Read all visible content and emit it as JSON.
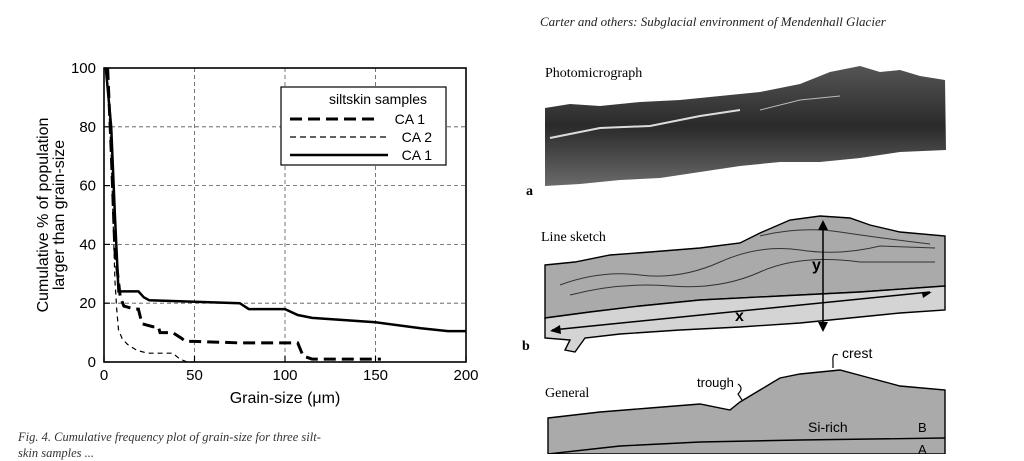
{
  "header": {
    "text": "Carter and others: Subglacial environment of Mendenhall Glacier"
  },
  "caption": {
    "line1": "Fig. 4. Cumulative frequency plot of grain-size for three silt-",
    "line2": "skin samples ... "
  },
  "chart_data": {
    "type": "line",
    "xlabel": "Grain-size (μm)",
    "ylabel_line1": "Cumulative % of population",
    "ylabel_line2": "larger than grain-size",
    "xlim": [
      0,
      200
    ],
    "ylim": [
      0,
      100
    ],
    "x_ticks": [
      0,
      50,
      100,
      150,
      200
    ],
    "y_ticks": [
      0,
      20,
      40,
      60,
      80,
      100
    ],
    "grid": true,
    "legend": {
      "title": "siltskin samples",
      "placement": "top-right"
    },
    "series": [
      {
        "name": "CA 1",
        "style": "dashed-thick",
        "points": [
          [
            2,
            100
          ],
          [
            4,
            72
          ],
          [
            6,
            38
          ],
          [
            9,
            22
          ],
          [
            11,
            19
          ],
          [
            17,
            18
          ],
          [
            19,
            18
          ],
          [
            21,
            13
          ],
          [
            27,
            12
          ],
          [
            30,
            12
          ],
          [
            31,
            10
          ],
          [
            38,
            10
          ],
          [
            43,
            8
          ],
          [
            45,
            7
          ],
          [
            50,
            7
          ],
          [
            75,
            6.5
          ],
          [
            95,
            6.5
          ],
          [
            107,
            6.5
          ],
          [
            110,
            2
          ],
          [
            115,
            1
          ],
          [
            121,
            1
          ],
          [
            124,
            1
          ],
          [
            135,
            1
          ],
          [
            150,
            1
          ],
          [
            153,
            1
          ]
        ]
      },
      {
        "name": "CA 2",
        "style": "dashed-thin",
        "points": [
          [
            2,
            95
          ],
          [
            4,
            70
          ],
          [
            6,
            28
          ],
          [
            7,
            18
          ],
          [
            8,
            11
          ],
          [
            10,
            8
          ],
          [
            13,
            6
          ],
          [
            18,
            4
          ],
          [
            24,
            3
          ],
          [
            30,
            3
          ],
          [
            34,
            3
          ],
          [
            38,
            3
          ],
          [
            42,
            1
          ],
          [
            46,
            0
          ],
          [
            50,
            0
          ]
        ]
      },
      {
        "name": "CA 1",
        "style": "solid",
        "points": [
          [
            1,
            100
          ],
          [
            4,
            80
          ],
          [
            6,
            50
          ],
          [
            8,
            24
          ],
          [
            10,
            24
          ],
          [
            19,
            24
          ],
          [
            22,
            22
          ],
          [
            25,
            21
          ],
          [
            50,
            20.5
          ],
          [
            75,
            20
          ],
          [
            80,
            18
          ],
          [
            100,
            18
          ],
          [
            107,
            16
          ],
          [
            115,
            15
          ],
          [
            150,
            13.5
          ],
          [
            175,
            11.5
          ],
          [
            190,
            10.5
          ],
          [
            200,
            10.5
          ]
        ]
      }
    ]
  },
  "panels": {
    "a": {
      "label": "a",
      "title": "Photomicrograph"
    },
    "b": {
      "label": "b",
      "title": "Line sketch",
      "y_label": "y",
      "x_label": "x"
    },
    "c": {
      "title": "General",
      "trough": "trough",
      "crest": "crest",
      "sirich": "Si-rich",
      "B": "B",
      "A": "A"
    }
  }
}
